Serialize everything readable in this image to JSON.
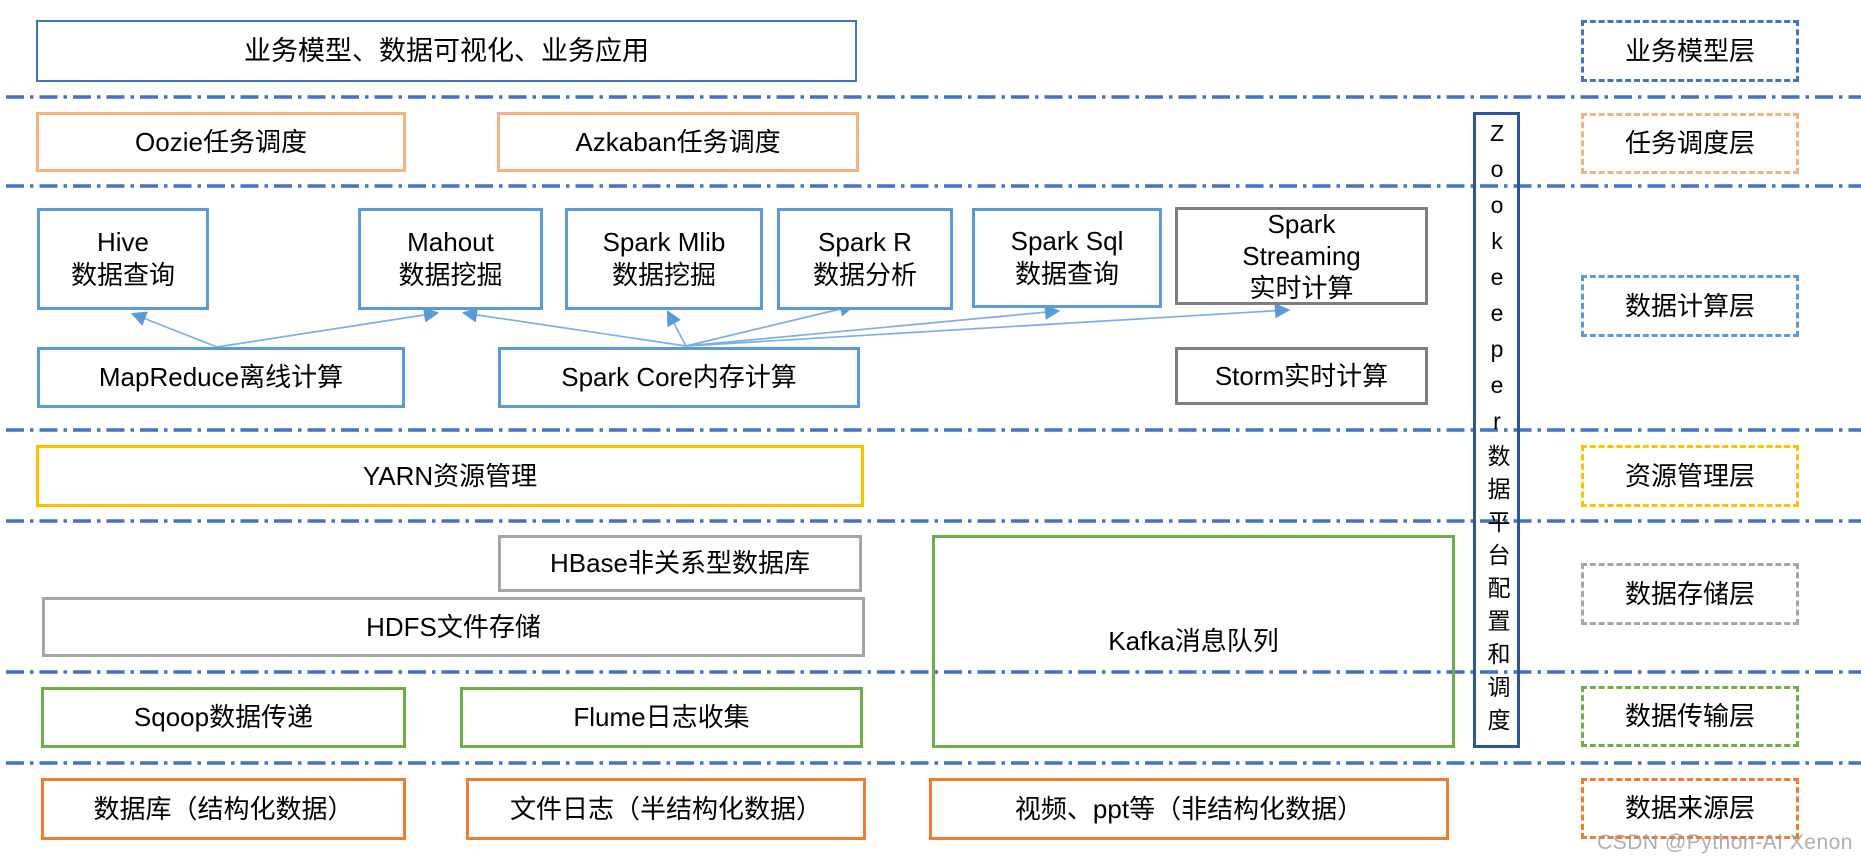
{
  "nodes": {
    "biz": {
      "label": "业务模型、数据可视化、业务应用"
    },
    "oozie": {
      "label": "Oozie任务调度"
    },
    "azkaban": {
      "label": "Azkaban任务调度"
    },
    "hive": {
      "label": "Hive\n数据查询"
    },
    "mahout": {
      "label": "Mahout\n数据挖掘"
    },
    "spark_mlib": {
      "label": "Spark Mlib\n数据挖掘"
    },
    "spark_r": {
      "label": "Spark R\n数据分析"
    },
    "spark_sql": {
      "label": "Spark Sql\n数据查询"
    },
    "spark_streaming": {
      "label": "Spark\nStreaming\n实时计算"
    },
    "mapreduce": {
      "label": "MapReduce离线计算"
    },
    "spark_core": {
      "label": "Spark Core内存计算"
    },
    "storm": {
      "label": "Storm实时计算"
    },
    "yarn": {
      "label": "YARN资源管理"
    },
    "hbase": {
      "label": "HBase非关系型数据库"
    },
    "hdfs": {
      "label": "HDFS文件存储"
    },
    "kafka": {
      "label": "Kafka消息队列"
    },
    "sqoop": {
      "label": "Sqoop数据传递"
    },
    "flume": {
      "label": "Flume日志收集"
    },
    "source_db": {
      "label": "数据库（结构化数据）"
    },
    "source_log": {
      "label": "文件日志（半结构化数据）"
    },
    "source_video": {
      "label": "视频、ppt等（非结构化数据）"
    },
    "zookeeper": {
      "label": "Zookeeper数据平台配置和调度"
    }
  },
  "layer_labels": {
    "biz_model": {
      "label": "业务模型层"
    },
    "scheduling": {
      "label": "任务调度层"
    },
    "computing": {
      "label": "数据计算层"
    },
    "resource": {
      "label": "资源管理层"
    },
    "storage": {
      "label": "数据存储层"
    },
    "transport": {
      "label": "数据传输层"
    },
    "source": {
      "label": "数据来源层"
    }
  },
  "edges": [
    {
      "from": "mapreduce",
      "to": "hive"
    },
    {
      "from": "mapreduce",
      "to": "mahout"
    },
    {
      "from": "spark_core",
      "to": "mahout"
    },
    {
      "from": "spark_core",
      "to": "spark_mlib"
    },
    {
      "from": "spark_core",
      "to": "spark_r"
    },
    {
      "from": "spark_core",
      "to": "spark_sql"
    },
    {
      "from": "spark_core",
      "to": "spark_streaming"
    }
  ],
  "watermark": "CSDN @Python-AI Xenon",
  "colors": {
    "blue": "#4472C4",
    "light_blue": "#5B9BD5",
    "peach": "#F4B183",
    "gold": "#FFC000",
    "gray": "#A6A6A6",
    "dark_gray": "#7F7F7F",
    "green": "#70AD47",
    "orange": "#ED7D31",
    "navy": "#2F5597",
    "separator": "#4472C4",
    "arrow_line": "#7FAEE3",
    "arrow_head": "#5B9BD5",
    "text": "#000000",
    "watermark_color": "#9C9C9C"
  }
}
